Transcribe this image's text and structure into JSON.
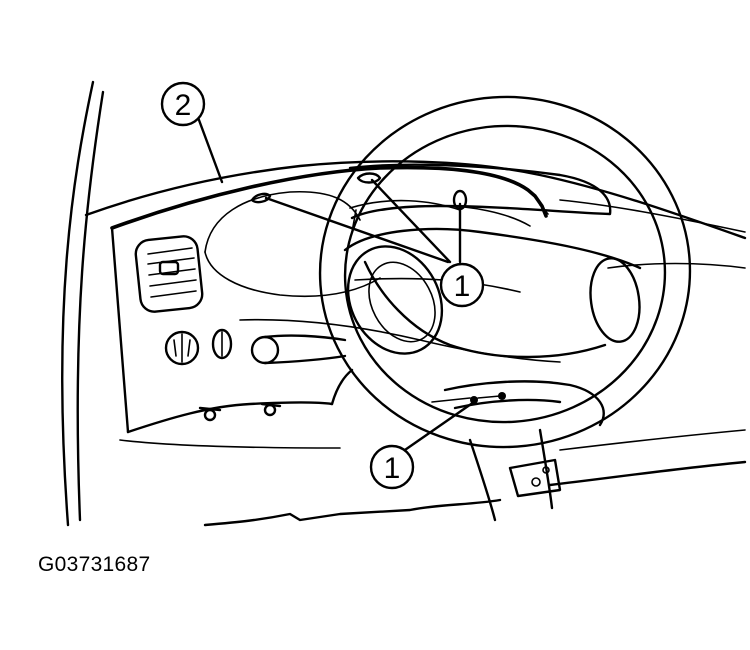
{
  "figure_id": "G03731687",
  "callouts": [
    {
      "label": "1",
      "meaning": ""
    },
    {
      "label": "1",
      "meaning": ""
    },
    {
      "label": "2",
      "meaning": ""
    }
  ],
  "colors": {
    "ink": "#000000",
    "paper": "#ffffff"
  }
}
